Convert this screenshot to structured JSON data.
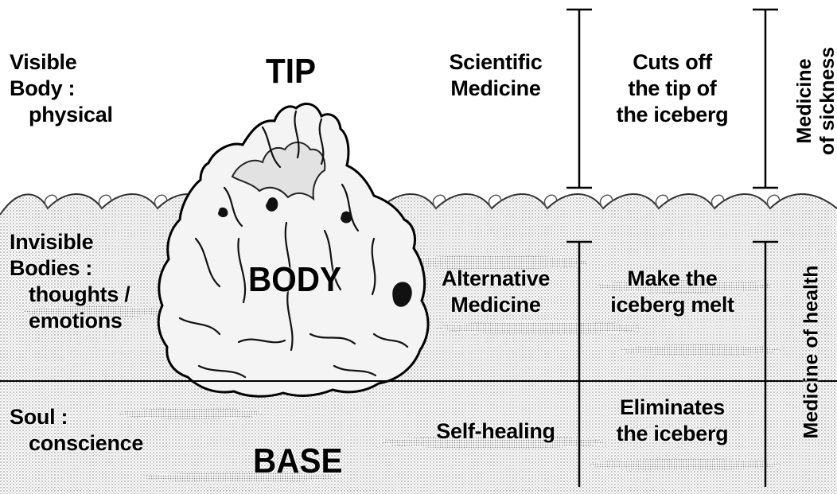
{
  "left_labels": {
    "visible": [
      "Visible",
      "Body :",
      "physical"
    ],
    "invisible": [
      "Invisible",
      "Bodies :",
      "thoughts /",
      "emotions"
    ],
    "soul": [
      "Soul :",
      "conscience"
    ]
  },
  "layers": {
    "tip": "TIP",
    "body": "BODY",
    "base": "BASE"
  },
  "medicine_types": {
    "scientific": [
      "Scientific",
      "Medicine"
    ],
    "alternative": [
      "Alternative",
      "Medicine"
    ],
    "self_healing": [
      "Self-healing"
    ]
  },
  "effects": {
    "cuts": [
      "Cuts off",
      "the tip of",
      "the iceberg"
    ],
    "melt": [
      "Make the",
      "iceberg melt"
    ],
    "eliminates": [
      "Eliminates",
      "the iceberg"
    ]
  },
  "vertical_labels": {
    "sickness": [
      "Medicine",
      "of sickness"
    ],
    "health": [
      "Medicine of health"
    ]
  },
  "colors": {
    "ink": "#000000",
    "water": "#d2d2d2",
    "background": "#ffffff"
  }
}
